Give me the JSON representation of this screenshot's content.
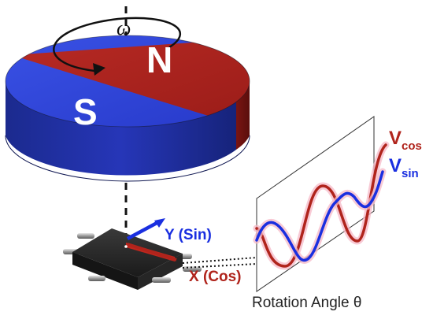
{
  "magnet": {
    "north_label": "N",
    "south_label": "S",
    "north_color": "#a8201c",
    "south_color": "#2a3fd0"
  },
  "rotation": {
    "symbol": "ω"
  },
  "sensor": {
    "y_axis_label": "Y (Sin)",
    "x_axis_label": "X (Cos)",
    "y_color": "#1a2fe0",
    "x_color": "#b0241c"
  },
  "plot": {
    "cos_label_main": "V",
    "cos_label_sub": "cos",
    "sin_label_main": "V",
    "sin_label_sub": "sin",
    "caption": "Rotation Angle θ"
  }
}
